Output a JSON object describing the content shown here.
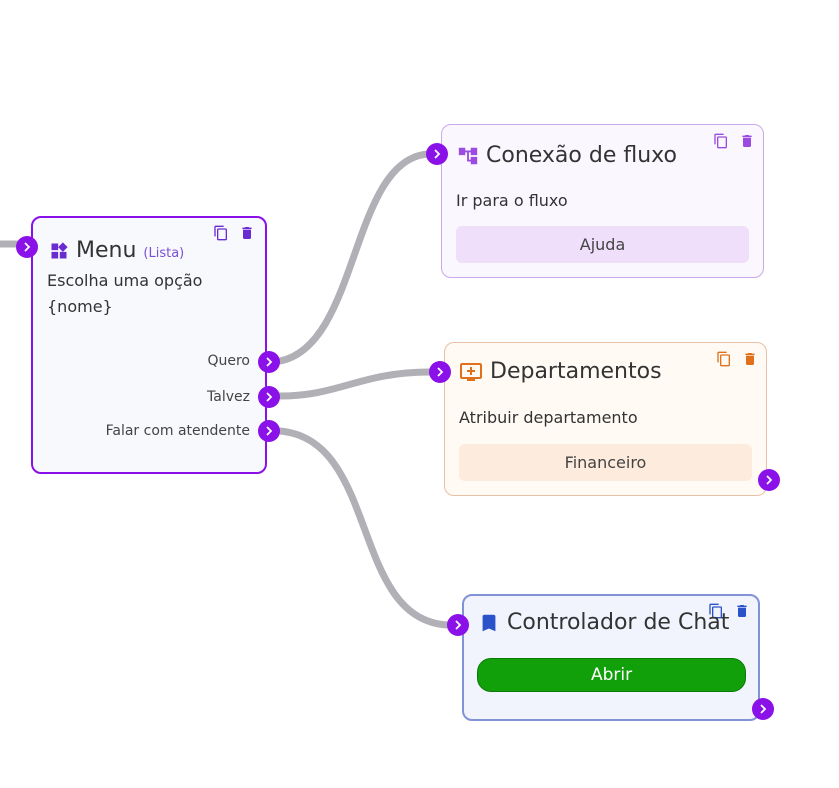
{
  "menu_node": {
    "title": "Menu",
    "subtitle": "(Lista)",
    "message_line1": "Escolha uma opção",
    "message_line2": "{nome}",
    "options": [
      "Quero",
      "Talvez",
      "Falar com atendente"
    ],
    "icon": "widgets-icon",
    "accent": "#8a11e8"
  },
  "flow_node": {
    "title": "Conexão de fluxo",
    "description": "Ir para o fluxo",
    "target_flow": "Ajuda",
    "icon": "flow-tree-icon",
    "accent": "#9b4be0"
  },
  "department_node": {
    "title": "Departamentos",
    "description": "Atribuir departamento",
    "department": "Financeiro",
    "icon": "add-to-queue-icon",
    "accent": "#e0701a"
  },
  "chat_node": {
    "title": "Controlador de Chat",
    "action_label": "Abrir",
    "icon": "bookmark-icon",
    "accent": "#2a52c9",
    "button_color": "#11a00a"
  },
  "icons": {
    "copy": "copy-icon",
    "delete": "trash-icon",
    "handle": "chevron-right-icon"
  }
}
